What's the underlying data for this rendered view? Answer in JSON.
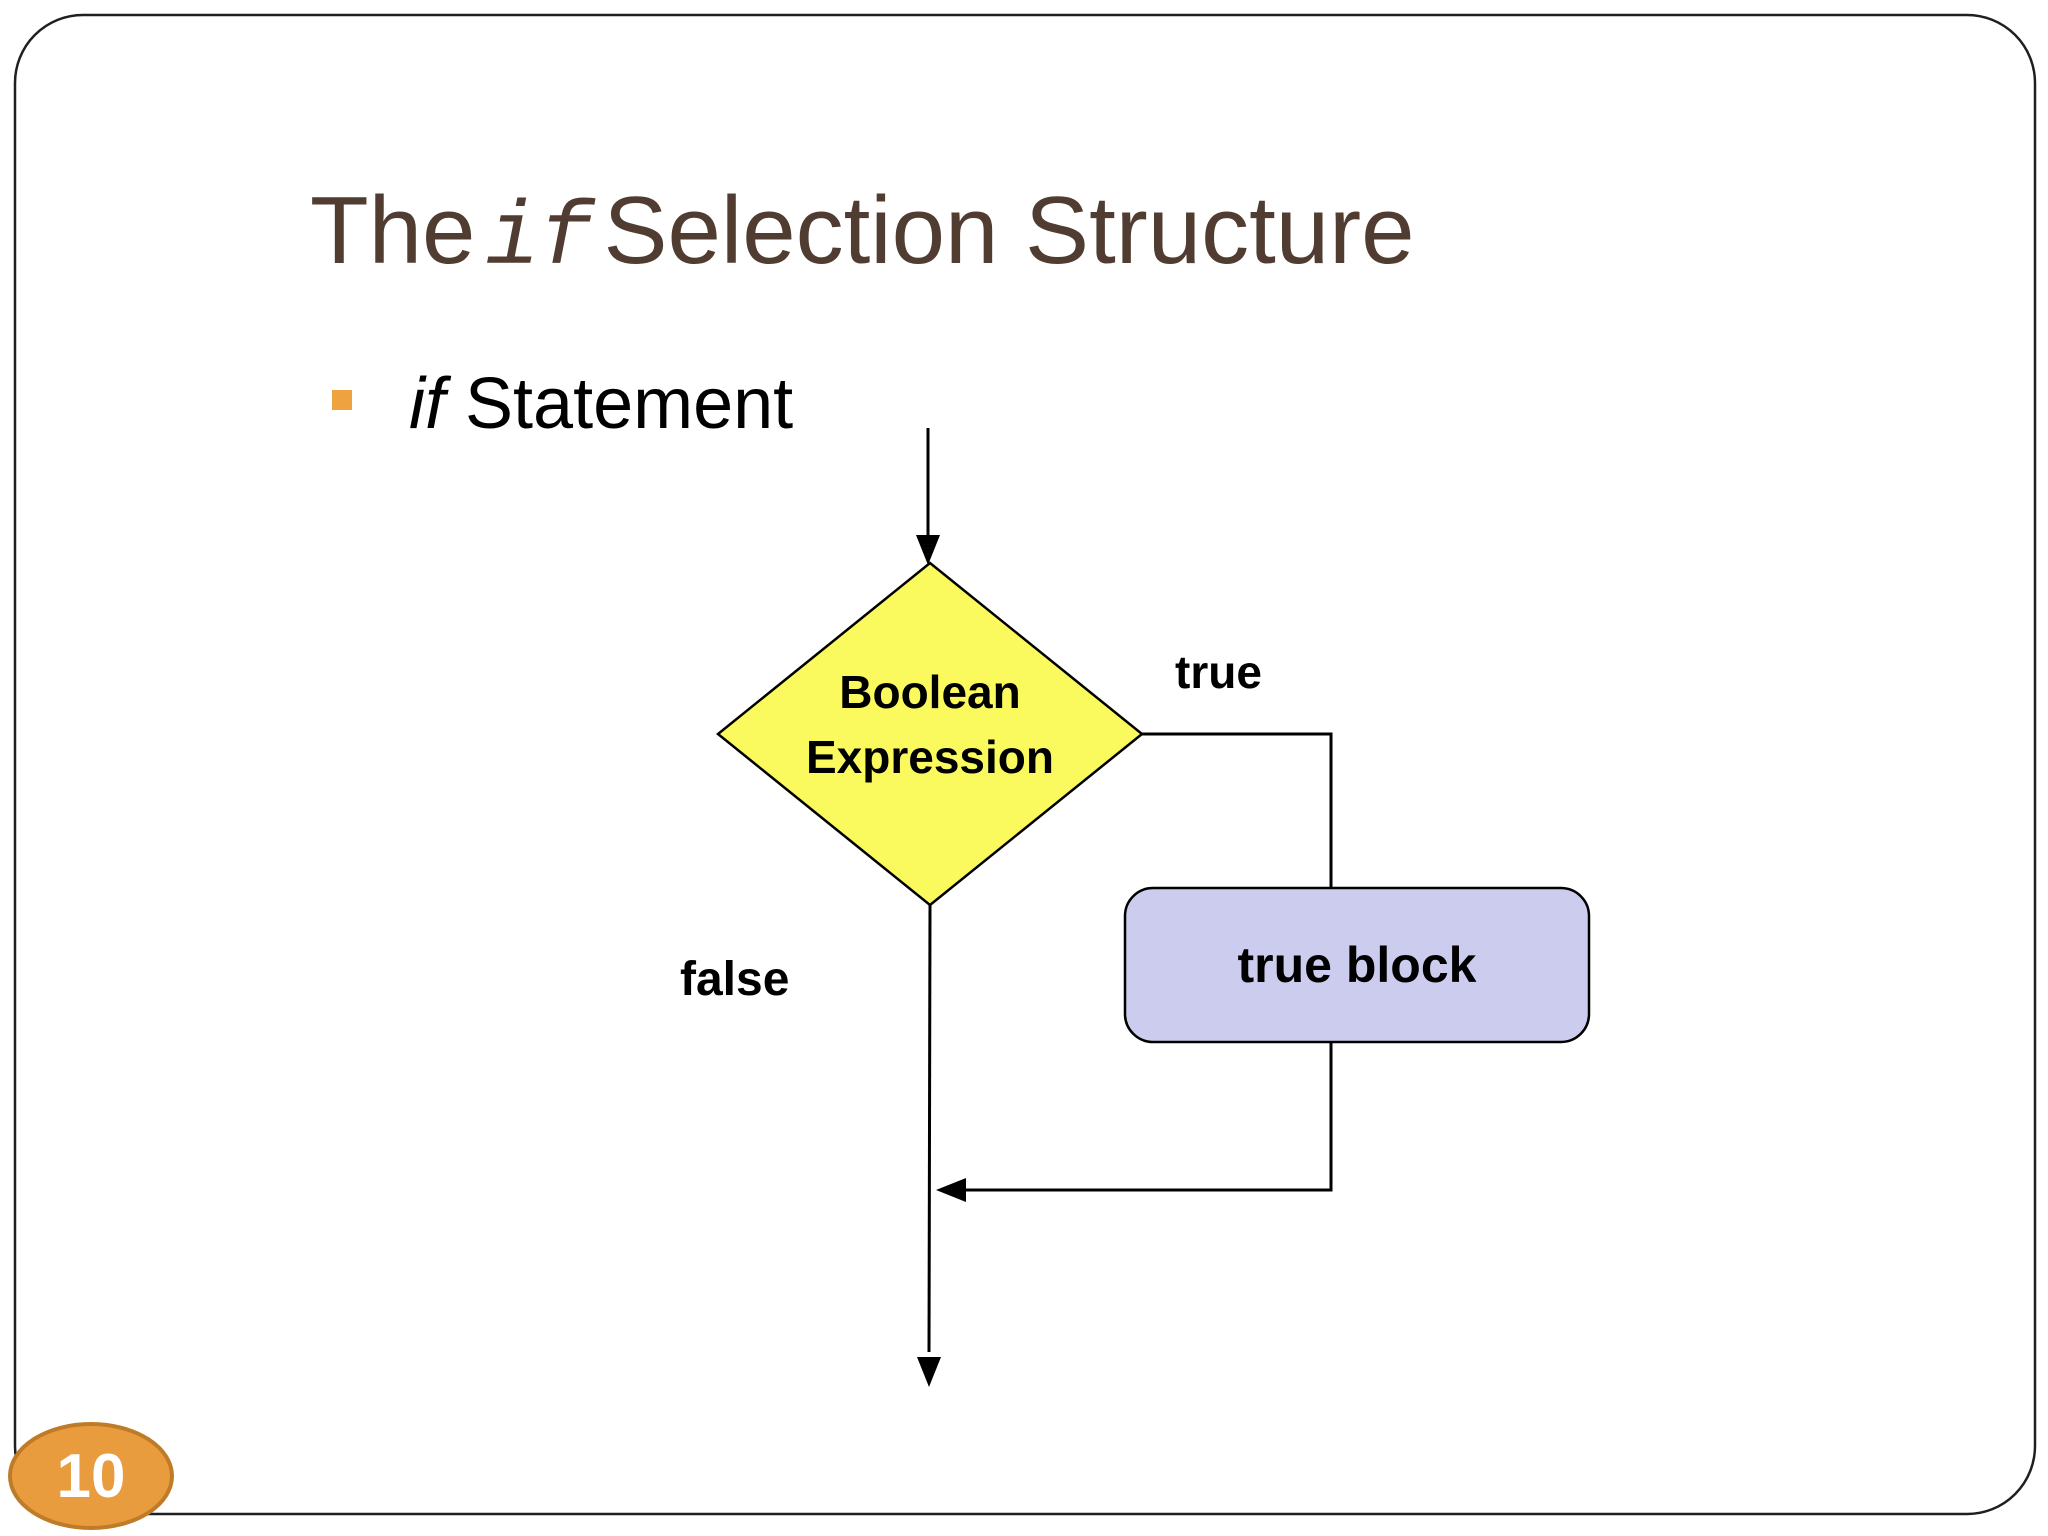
{
  "slide": {
    "title": {
      "prefix": "The",
      "keyword": "if",
      "suffix": "Selection Structure"
    },
    "bullet": {
      "keyword": "if",
      "text": " Statement"
    },
    "page_number": "10"
  },
  "flowchart": {
    "decision": {
      "line1": "Boolean",
      "line2": "Expression"
    },
    "true_label": "true",
    "false_label": "false",
    "true_block_label": "true block"
  },
  "colors": {
    "title_brown": "#503C30",
    "bullet_orange": "#EEA33E",
    "diamond_yellow": "#FAFA5E",
    "block_lavender": "#CCCCEE",
    "badge_fill": "#E99C3E",
    "badge_border": "#BF7B28",
    "line_stroke": "#000000",
    "slide_border": "#1F1F1F"
  }
}
